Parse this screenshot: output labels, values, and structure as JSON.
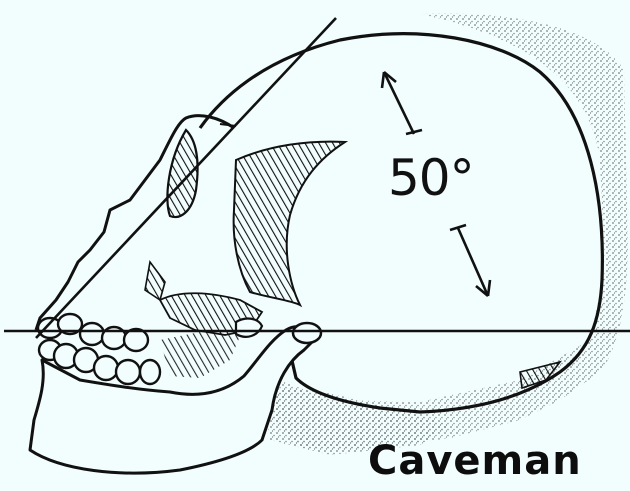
{
  "figure": {
    "angle_label": "50°",
    "caption": "Caveman",
    "subject": "skull-profile"
  },
  "colors": {
    "background": "#f2fdfd",
    "ink": "#111111",
    "stipple": "#8a8f8f"
  }
}
